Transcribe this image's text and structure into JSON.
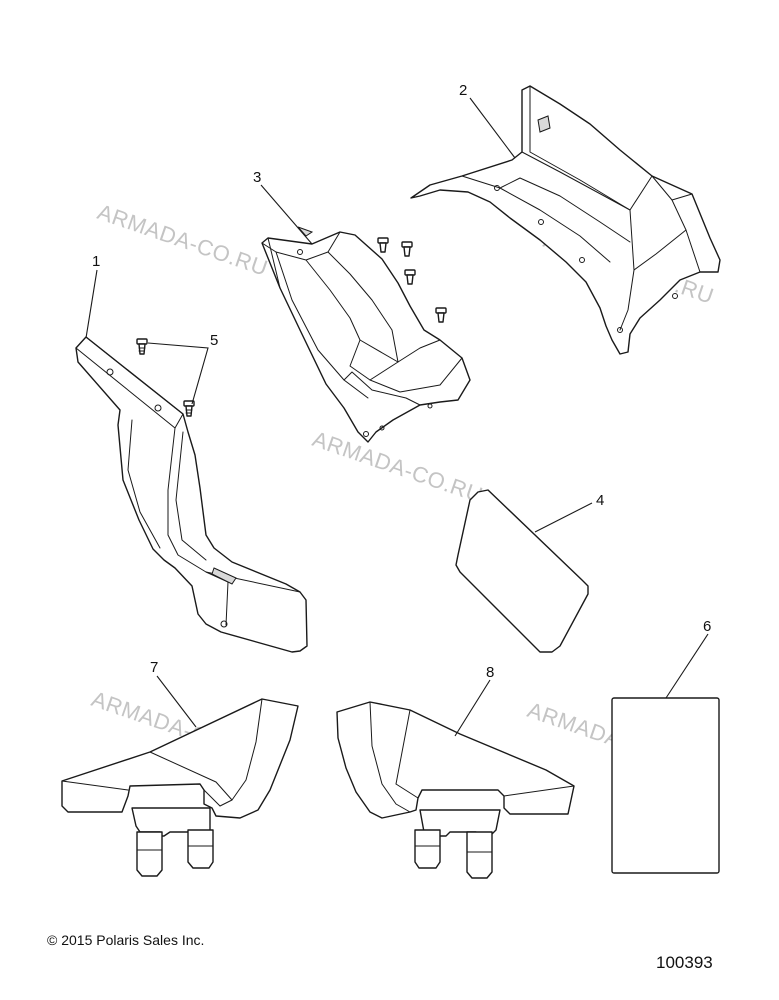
{
  "callouts": {
    "c1": "1",
    "c2": "2",
    "c3": "3",
    "c4": "4",
    "c5": "5",
    "c6": "6",
    "c7": "7",
    "c8": "8"
  },
  "watermark": "ARMADA-CO.RU",
  "footer": {
    "copyright": "© 2015 Polaris Sales Inc.",
    "figure_number": "100393"
  }
}
